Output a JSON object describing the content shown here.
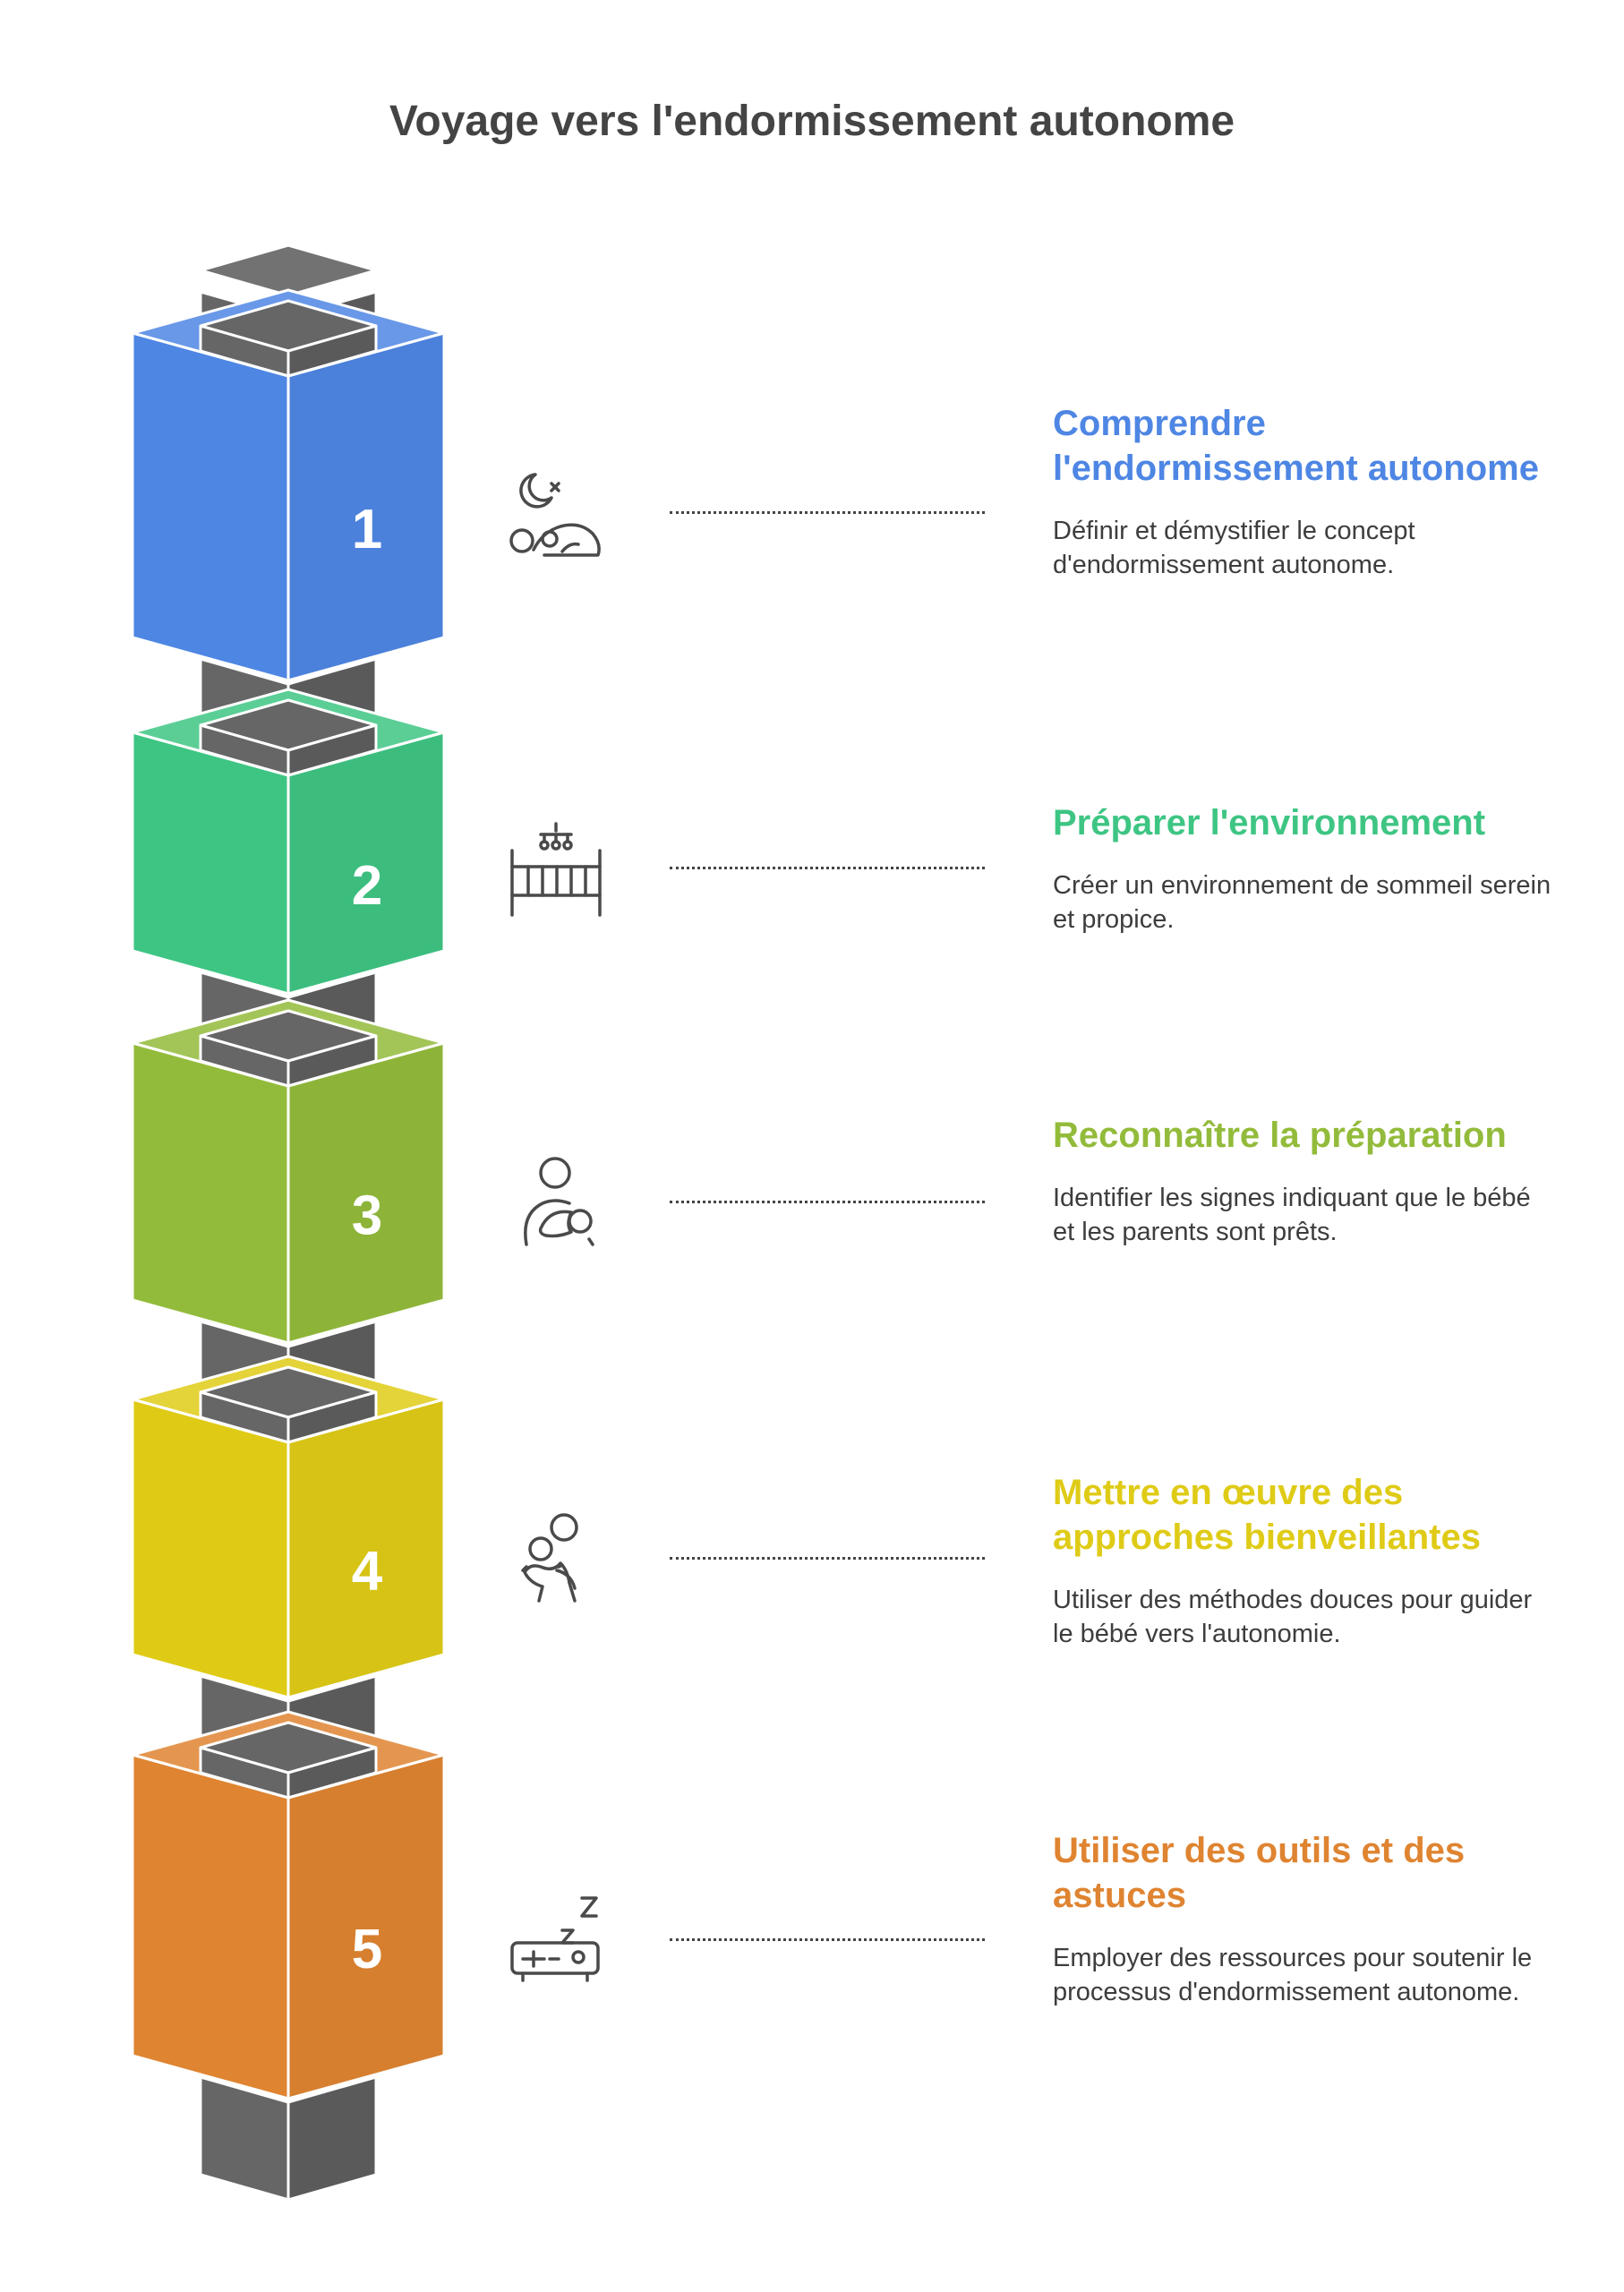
{
  "title": "Voyage vers l'endormissement autonome",
  "steps": [
    {
      "number": "1",
      "title": "Comprendre l'endormissement autonome",
      "description": "Définir et démystifier le concept d'endormissement autonome.",
      "color": "#4e86e4",
      "icon": "sleeping-baby-moon-icon"
    },
    {
      "number": "2",
      "title": "Préparer l'environnement",
      "description": "Créer un environnement de sommeil serein et propice.",
      "color": "#3ec583",
      "icon": "crib-mobile-icon"
    },
    {
      "number": "3",
      "title": "Reconnaître la préparation",
      "description": "Identifier les signes indiquant que le bébé et les parents sont prêts.",
      "color": "#93bb3b",
      "icon": "parent-holding-baby-icon"
    },
    {
      "number": "4",
      "title": "Mettre en œuvre des approches bienveillantes",
      "description": "Utiliser des méthodes douces pour guider le bébé vers l'autonomie.",
      "color": "#dfcb16",
      "icon": "parent-cradling-baby-icon"
    },
    {
      "number": "5",
      "title": "Utiliser des outils et des astuces",
      "description": "Employer des ressources pour soutenir le processus d'endormissement autonome.",
      "color": "#df8431",
      "icon": "sleep-device-zzz-icon"
    }
  ],
  "pillar_color": "#666666"
}
